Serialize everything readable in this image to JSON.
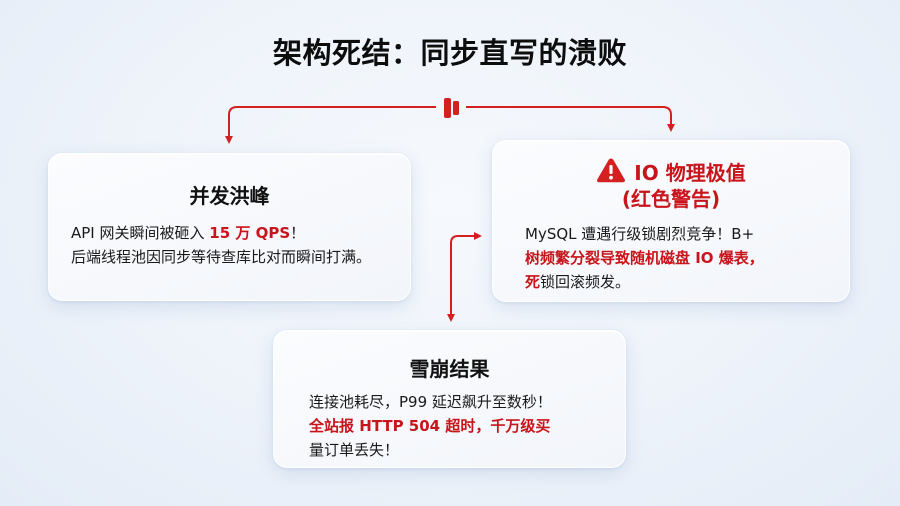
{
  "title": "架构死结：同步直写的溃败",
  "colors": {
    "accent_red": "#c8141b",
    "connector_red": "#d42020",
    "background": "#eef3fa",
    "card_bg": "#f7f9fc",
    "text": "#1a1a1a"
  },
  "hub_icon": "split-junction-icon",
  "cards": {
    "concurrency": {
      "title": "并发洪峰",
      "line1_prefix": "API 网关瞬间被砸入 ",
      "line1_highlight": "15 万 QPS",
      "line1_suffix": "！",
      "line2": "后端线程池因同步等待查库比对而瞬间打满。"
    },
    "io_limit": {
      "icon": "warning-triangle-icon",
      "title_line1": "IO 物理极值",
      "title_line2": "(红色警告)",
      "line1": "MySQL 遭遇行级锁剧烈竞争！B+",
      "line2_highlight": "树频繁分裂导致随机磁盘 IO 爆表，",
      "line3_highlight": "死",
      "line3_suffix": "锁回滚频发。"
    },
    "avalanche": {
      "title": "雪崩结果",
      "line1": "连接池耗尽，P99 延迟飙升至数秒！",
      "line2_highlight": "全站报 HTTP 504 超时，千万级买",
      "line3": "量订单丢失！"
    }
  }
}
